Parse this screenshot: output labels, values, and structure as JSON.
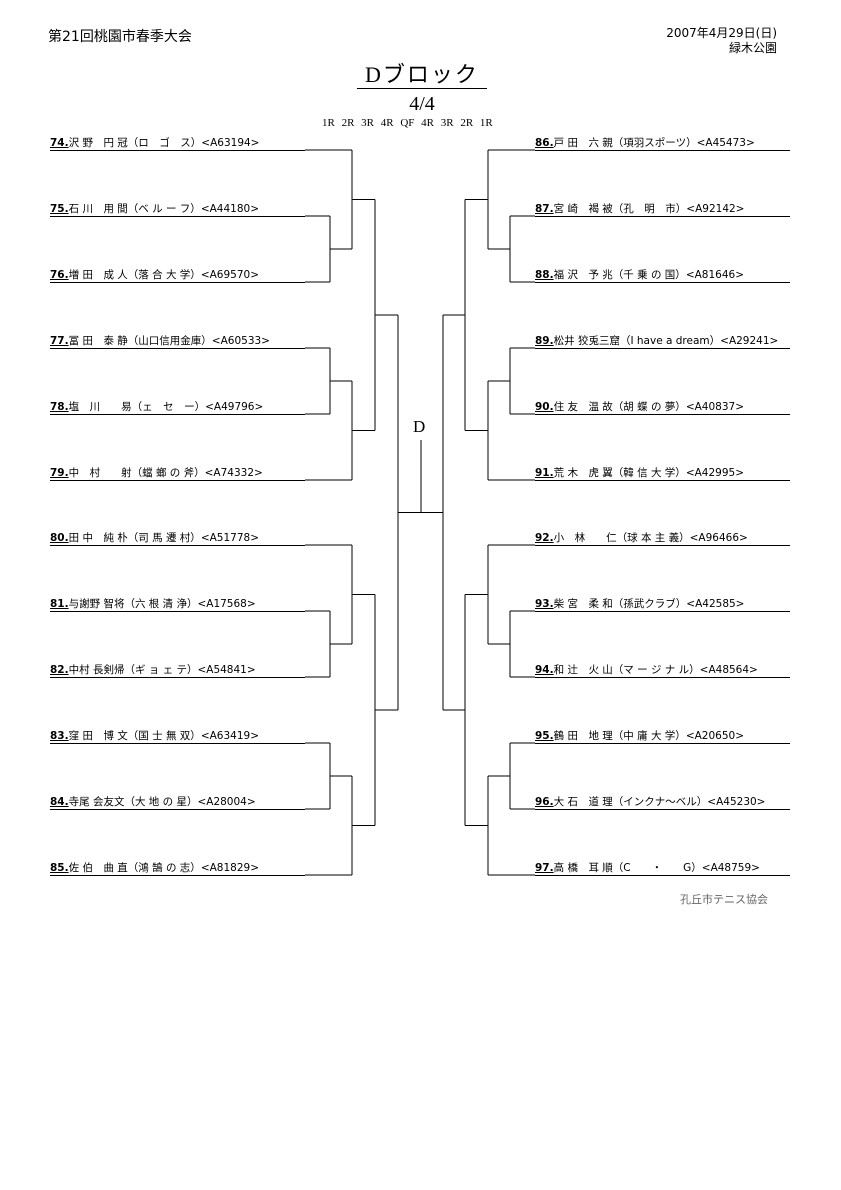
{
  "header": {
    "tournament": "第21回桃園市春季大会",
    "date": "2007年4月29日(日)",
    "venue": "緑木公園"
  },
  "block_title": "Dブロック",
  "page": "4/4",
  "rounds": "1R 2R 3R 4R QF 4R 3R 2R 1R",
  "block_label": "D",
  "left_entries": [
    {
      "num": "74.",
      "name": "沢 野　円 冠",
      "team": "（ロ　ゴ　ス）",
      "id": "<A63194>"
    },
    {
      "num": "75.",
      "name": "石 川　用 間",
      "team": "（ベ ル ー フ）",
      "id": "<A44180>"
    },
    {
      "num": "76.",
      "name": "増 田　成 人",
      "team": "（落 合 大 学）",
      "id": "<A69570>"
    },
    {
      "num": "77.",
      "name": "冨 田　泰 静",
      "team": "（山口信用金庫）",
      "id": "<A60533>"
    },
    {
      "num": "78.",
      "name": "塩　川　　易",
      "team": "（ェ　セ　ー）",
      "id": "<A49796>"
    },
    {
      "num": "79.",
      "name": "中　村　　射",
      "team": "（蟷 螂 の 斧）",
      "id": "<A74332>"
    },
    {
      "num": "80.",
      "name": "田 中　純 朴",
      "team": "（司 馬 遷 村）",
      "id": "<A51778>"
    },
    {
      "num": "81.",
      "name": "与謝野 智将",
      "team": "（六 根 清 浄）",
      "id": "<A17568>"
    },
    {
      "num": "82.",
      "name": "中村 長剣帰",
      "team": "（ギ ョ ェ テ）",
      "id": "<A54841>"
    },
    {
      "num": "83.",
      "name": "窪 田　博 文",
      "team": "（国 士 無 双）",
      "id": "<A63419>"
    },
    {
      "num": "84.",
      "name": "寺尾 会友文",
      "team": "（大 地 の 星）",
      "id": "<A28004>"
    },
    {
      "num": "85.",
      "name": "佐 伯　曲 直",
      "team": "（鴻 鵠 の 志）",
      "id": "<A81829>"
    }
  ],
  "right_entries": [
    {
      "num": "86.",
      "name": "戸 田　六 親",
      "team": "（項羽スポーツ）",
      "id": "<A45473>"
    },
    {
      "num": "87.",
      "name": "宮 崎　褐 被",
      "team": "（孔　明　市）",
      "id": "<A92142>"
    },
    {
      "num": "88.",
      "name": "福 沢　予 兆",
      "team": "（千 乗 の 国）",
      "id": "<A81646>"
    },
    {
      "num": "89.",
      "name": "松井 狡兎三窟",
      "team": "（I have a dream）",
      "id": "<A29241>"
    },
    {
      "num": "90.",
      "name": "住 友　温 故",
      "team": "（胡 蝶 の 夢）",
      "id": "<A40837>"
    },
    {
      "num": "91.",
      "name": "荒 木　虎 翼",
      "team": "（韓 信 大 学）",
      "id": "<A42995>"
    },
    {
      "num": "92.",
      "name": "小　林　　仁",
      "team": "（球 本 主 義）",
      "id": "<A96466>"
    },
    {
      "num": "93.",
      "name": "柴 宮　柔 和",
      "team": "（孫武クラブ）",
      "id": "<A42585>"
    },
    {
      "num": "94.",
      "name": "和 辻　火 山",
      "team": "（マ ー ジ ナ ル）",
      "id": "<A48564>"
    },
    {
      "num": "95.",
      "name": "鶴 田　地 理",
      "team": "（中 庸 大 学）",
      "id": "<A20650>"
    },
    {
      "num": "96.",
      "name": "大 石　道 理",
      "team": "（インクナ～ベル）",
      "id": "<A45230>"
    },
    {
      "num": "97.",
      "name": "高 橋　耳 順",
      "team": "（C　　・　　G）",
      "id": "<A48759>"
    }
  ],
  "footer": {
    "organizer": "孔丘市テニス協会"
  }
}
